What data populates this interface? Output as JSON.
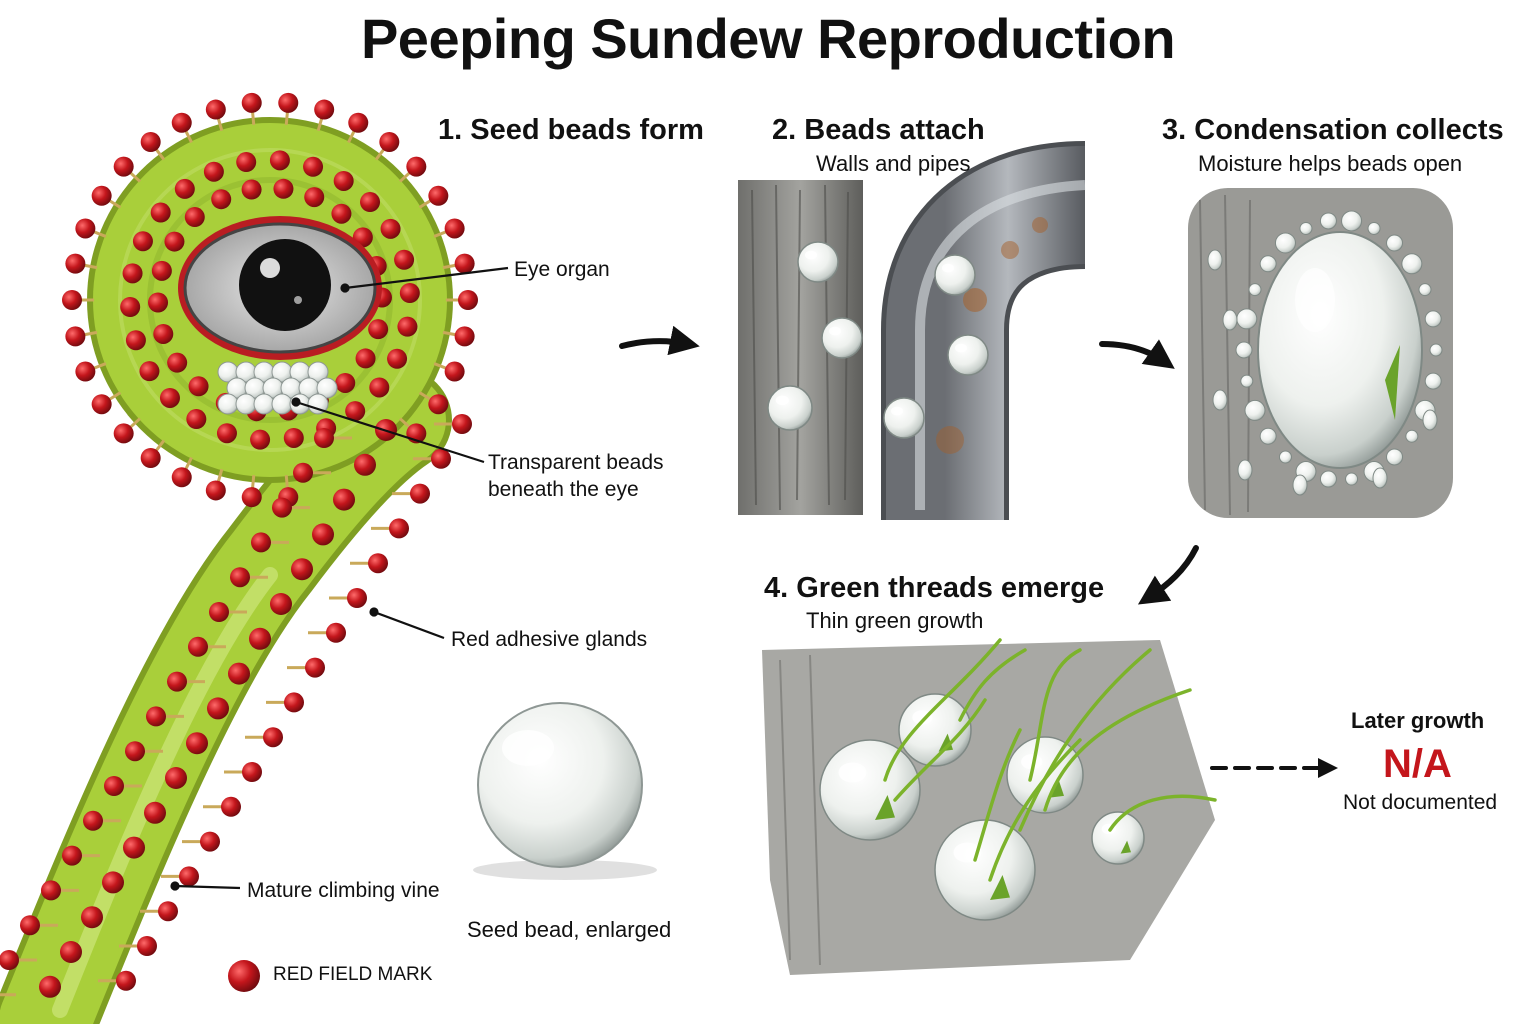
{
  "title": "Peeping Sundew Reproduction",
  "steps": [
    {
      "number": "1.",
      "title": "Seed beads form",
      "subtitle": ""
    },
    {
      "number": "2.",
      "title": "Beads attach",
      "subtitle": "Walls and pipes"
    },
    {
      "number": "3.",
      "title": "Condensation collects",
      "subtitle": "Moisture helps beads open"
    },
    {
      "number": "4.",
      "title": "Green threads emerge",
      "subtitle": "Thin green growth"
    }
  ],
  "callouts": {
    "eye": "Eye organ",
    "beads_line1": "Transparent beads",
    "beads_line2": "beneath the eye",
    "glands": "Red adhesive glands",
    "vine": "Mature climbing vine",
    "seed": "Seed bead, enlarged"
  },
  "later": {
    "heading": "Later growth",
    "value": "N/A",
    "note": "Not documented"
  },
  "legend": {
    "label": "RED FIELD MARK",
    "color": "#c4161c"
  },
  "colors": {
    "vine_green": "#a9cf3a",
    "gland_red": "#b5121b",
    "na_red": "#c4161c",
    "stalk": "#c9a95a"
  }
}
